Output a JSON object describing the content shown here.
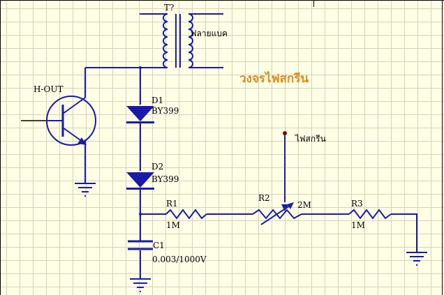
{
  "title": "วงจรไฟสกรีน",
  "colors": {
    "background": "#ffffe6",
    "grid": "#d3d3bd",
    "wire": "#1a1aa8",
    "component": "#1a1aa8",
    "title": "#e08a18",
    "probe": "#800000",
    "border": "#000000"
  },
  "components": {
    "transformer": {
      "ref": "T?",
      "value": "ฟลายแบค"
    },
    "transistor": {
      "ref": "H-OUT"
    },
    "d1": {
      "ref": "D1",
      "value": "BY399"
    },
    "d2": {
      "ref": "D2",
      "value": "BY399"
    },
    "r1": {
      "ref": "R1",
      "value": "1M"
    },
    "r2": {
      "ref": "R2",
      "value": "2M"
    },
    "r3": {
      "ref": "R3",
      "value": "1M"
    },
    "c1": {
      "ref": "C1",
      "value": "0.003/1000V"
    }
  },
  "probe": {
    "label": "ไฟสกรีน"
  }
}
